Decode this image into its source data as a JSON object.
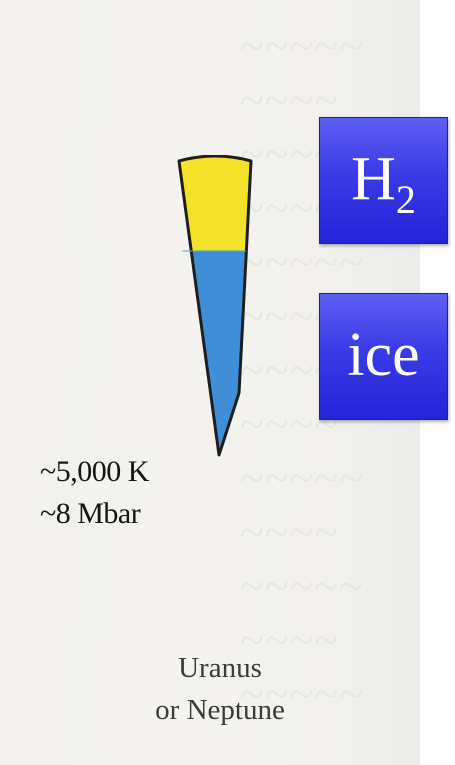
{
  "labels": {
    "temperature": "~5,000 K",
    "pressure": "~8 Mbar",
    "planet_line1": "Uranus",
    "planet_line2": "or Neptune"
  },
  "tags": {
    "h2": {
      "base": "H",
      "subscript": "2"
    },
    "ice": "ice"
  },
  "layers": [
    {
      "name": "H2",
      "color": "#f2e22a"
    },
    {
      "name": "ice",
      "color": "#3f8fd8"
    }
  ]
}
